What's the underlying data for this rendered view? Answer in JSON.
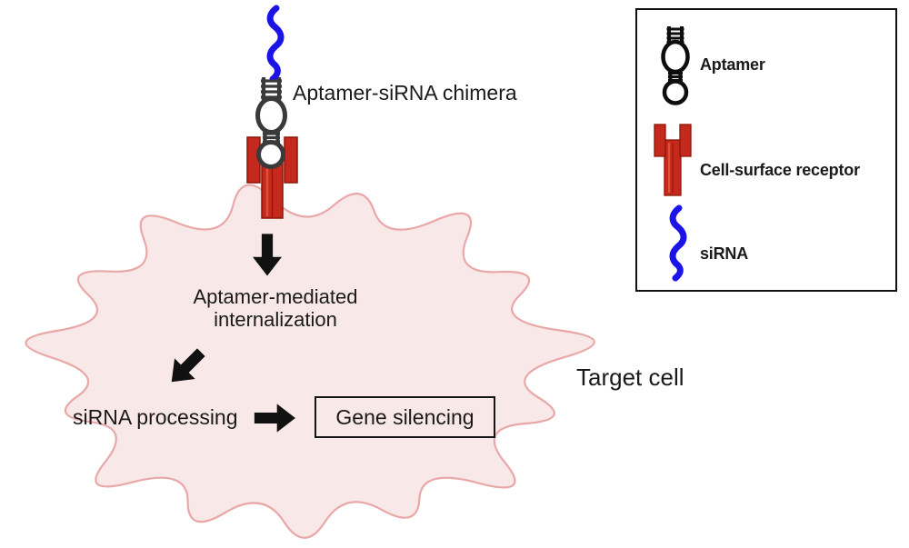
{
  "labels": {
    "chimera": "Aptamer-siRNA chimera",
    "internalization_line1": "Aptamer-mediated",
    "internalization_line2": "internalization",
    "processing": "siRNA processing",
    "silencing": "Gene silencing",
    "target_cell": "Target cell"
  },
  "legend": {
    "items": [
      {
        "icon": "aptamer-icon",
        "label": "Aptamer"
      },
      {
        "icon": "receptor-icon",
        "label": "Cell-surface receptor"
      },
      {
        "icon": "sirna-icon",
        "label": "siRNA"
      }
    ]
  },
  "colors": {
    "sirna_blue": "#1c13e6",
    "receptor_red": "#c5281c",
    "receptor_outline": "#8f1507",
    "receptor_highlight": "#e25038",
    "aptamer_gray": "#3a3a3a",
    "legend_icon_black": "#0d0d0d",
    "cell_fill": "#f9e8e8",
    "cell_outline": "#e9a8a8",
    "arrow_black": "#111111"
  }
}
